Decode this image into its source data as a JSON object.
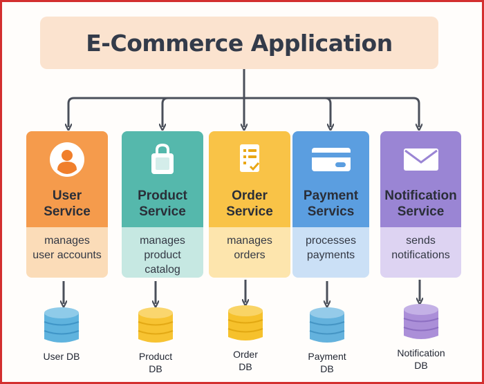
{
  "app": {
    "title": "E-Commerce Application"
  },
  "colors": {
    "frame_border": "#d32f2f",
    "app_bg": "#fbe3cf",
    "connector": "#4a4f5a",
    "user": {
      "top": "#f59b4c",
      "bottom": "#fbdcb8",
      "db": "#5fb3de",
      "db_dark": "#3f95c7"
    },
    "product": {
      "top": "#55b8ac",
      "bottom": "#c6e8e2",
      "db": "#f7c332",
      "db_dark": "#e3a915"
    },
    "order": {
      "top": "#f9c347",
      "bottom": "#fde5ad",
      "db": "#f6c12c",
      "db_dark": "#e2a812"
    },
    "payment": {
      "top": "#5b9ee0",
      "bottom": "#cbe0f6",
      "db": "#64b2dd",
      "db_dark": "#4595c4"
    },
    "notification": {
      "top": "#9a85d4",
      "bottom": "#ddd3f2",
      "db": "#ab8fd8",
      "db_dark": "#8d6fc2"
    }
  },
  "services": [
    {
      "key": "user",
      "icon": "user-icon",
      "title": "User\nService",
      "description": "manages\nuser accounts",
      "db_label": "User DB"
    },
    {
      "key": "product",
      "icon": "shopping-bag-icon",
      "title": "Product\nService",
      "description": "manages\nproduct\ncatalog",
      "db_label": "Product\nDB"
    },
    {
      "key": "order",
      "icon": "order-list-icon",
      "title": "Order\nService",
      "description": "manages\norders",
      "db_label": "Order\nDB"
    },
    {
      "key": "payment",
      "icon": "credit-card-icon",
      "title": "Payment\nServics",
      "description": "processes\npayments",
      "db_label": "Payment\nDB"
    },
    {
      "key": "notification",
      "icon": "envelope-icon",
      "title": "Notification\nService",
      "description": "sends\nnotifications",
      "db_label": "Notification\nDB"
    }
  ]
}
